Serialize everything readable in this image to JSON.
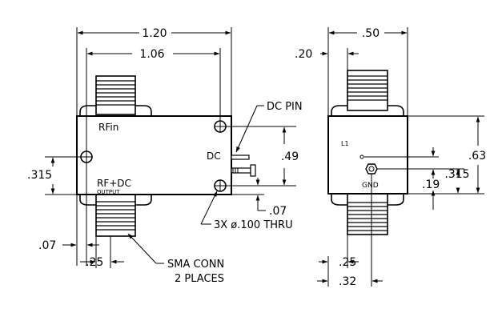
{
  "front_view": {
    "dim_overall_width": "1.20",
    "dim_hole_spacing": "1.06",
    "label_rf_in": "RFin",
    "label_dc": "DC",
    "label_rf_dc": "RF+DC",
    "label_output": "OUTPUT",
    "callout_dc_pin": "DC PIN",
    "dim_dc_pin_height": ".49",
    "dim_left_hole_height": ".315",
    "dim_bottom_offset": ".07",
    "callout_holes": "3X ø.100 THRU",
    "dim_left_offset": ".07",
    "dim_connector_width": ".25",
    "callout_sma_line1": "SMA CONN",
    "callout_sma_line2": "2 PLACES"
  },
  "side_view": {
    "dim_width": ".50",
    "dim_connector_offset": ".20",
    "label_l1": "L1",
    "label_gnd": "GND",
    "dim_height": ".63",
    "dim_gnd_height": ".315",
    "dim_l1_to_gnd": ".19",
    "dim_connector_width": ".25",
    "dim_gnd_offset": ".32"
  }
}
